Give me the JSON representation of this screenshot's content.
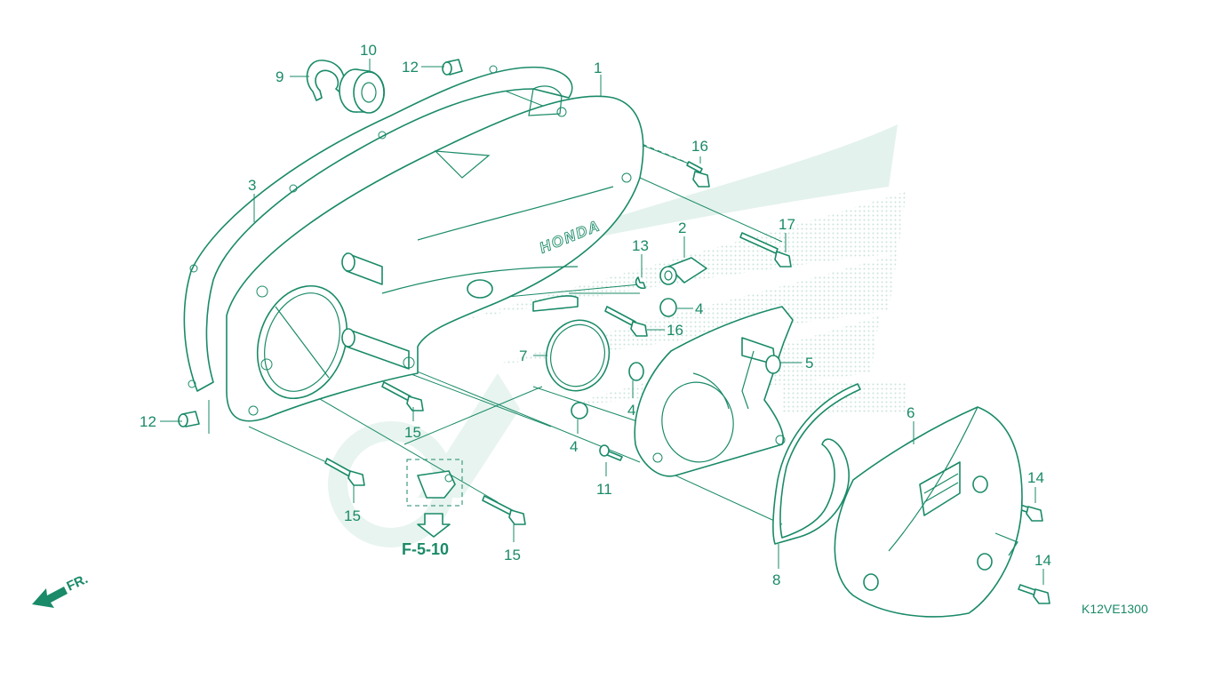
{
  "diagram_code": "K12VE1300",
  "reference": "F-5-10",
  "direction_label": "FR.",
  "brand_text": "HONDA",
  "colors": {
    "line": "#1a8a68",
    "watermark": "#d6ece5",
    "background": "#ffffff"
  },
  "callouts": [
    {
      "id": "1",
      "label": "1"
    },
    {
      "id": "2",
      "label": "2"
    },
    {
      "id": "3",
      "label": "3"
    },
    {
      "id": "4a",
      "label": "4"
    },
    {
      "id": "4b",
      "label": "4"
    },
    {
      "id": "4c",
      "label": "4"
    },
    {
      "id": "5",
      "label": "5"
    },
    {
      "id": "6",
      "label": "6"
    },
    {
      "id": "7",
      "label": "7"
    },
    {
      "id": "8",
      "label": "8"
    },
    {
      "id": "9",
      "label": "9"
    },
    {
      "id": "10",
      "label": "10"
    },
    {
      "id": "11",
      "label": "11"
    },
    {
      "id": "12a",
      "label": "12"
    },
    {
      "id": "12b",
      "label": "12"
    },
    {
      "id": "13",
      "label": "13"
    },
    {
      "id": "14a",
      "label": "14"
    },
    {
      "id": "14b",
      "label": "14"
    },
    {
      "id": "15a",
      "label": "15"
    },
    {
      "id": "15b",
      "label": "15"
    },
    {
      "id": "15c",
      "label": "15"
    },
    {
      "id": "16a",
      "label": "16"
    },
    {
      "id": "16b",
      "label": "16"
    },
    {
      "id": "17",
      "label": "17"
    }
  ]
}
